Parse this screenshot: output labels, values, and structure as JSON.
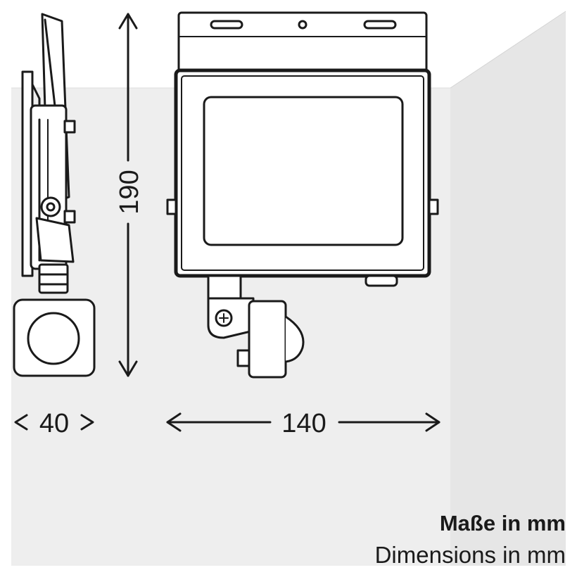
{
  "dimensions": {
    "height": "190",
    "depth": "40",
    "width": "140"
  },
  "captions": {
    "german": "Maße in mm",
    "english": "Dimensions in mm"
  },
  "colors": {
    "line": "#1a1a1a",
    "background": "#ffffff",
    "wall_shade": "#ededed"
  }
}
